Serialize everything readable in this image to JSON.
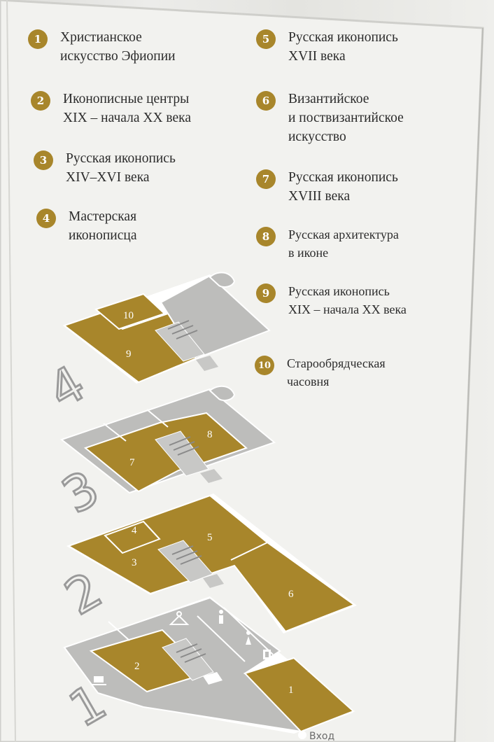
{
  "legend": [
    {
      "num": "1",
      "text": "Христианское\nискусство Эфиопии"
    },
    {
      "num": "2",
      "text": "Иконописные центры\nXIX – начала XX века"
    },
    {
      "num": "3",
      "text": "Русская иконопись\nXIV–XVI века"
    },
    {
      "num": "4",
      "text": "Мастерская\nиконописца"
    },
    {
      "num": "5",
      "text": "Русская иконопись\nXVII века"
    },
    {
      "num": "6",
      "text": "Византийское\nи поствизантийское\nискусство"
    },
    {
      "num": "7",
      "text": "Русская иконопись\nXVIII века"
    },
    {
      "num": "8",
      "text": "Русская архитектура\nв иконе"
    },
    {
      "num": "9",
      "text": "Русская иконопись\nXIX – начала XX века"
    },
    {
      "num": "10",
      "text": "Старообрядческая\nчасовня"
    }
  ],
  "floors": {
    "f4": {
      "label": "4",
      "rooms": [
        "10",
        "9"
      ]
    },
    "f3": {
      "label": "3",
      "rooms": [
        "8",
        "7"
      ]
    },
    "f2": {
      "label": "2",
      "rooms": [
        "4",
        "5",
        "3",
        "6"
      ]
    },
    "f1": {
      "label": "1",
      "rooms": [
        "2",
        "1"
      ]
    }
  },
  "entrance_label": "Вход",
  "icons": [
    "wardrobe-icon",
    "restroom-man-icon",
    "restroom-woman-icon",
    "lift-icon",
    "cafe-icon"
  ],
  "colors": {
    "room_gold": "#a8862b",
    "room_gray": "#bdbdbb",
    "wall_white": "#ffffff",
    "board_bg": "#eeeeec"
  }
}
